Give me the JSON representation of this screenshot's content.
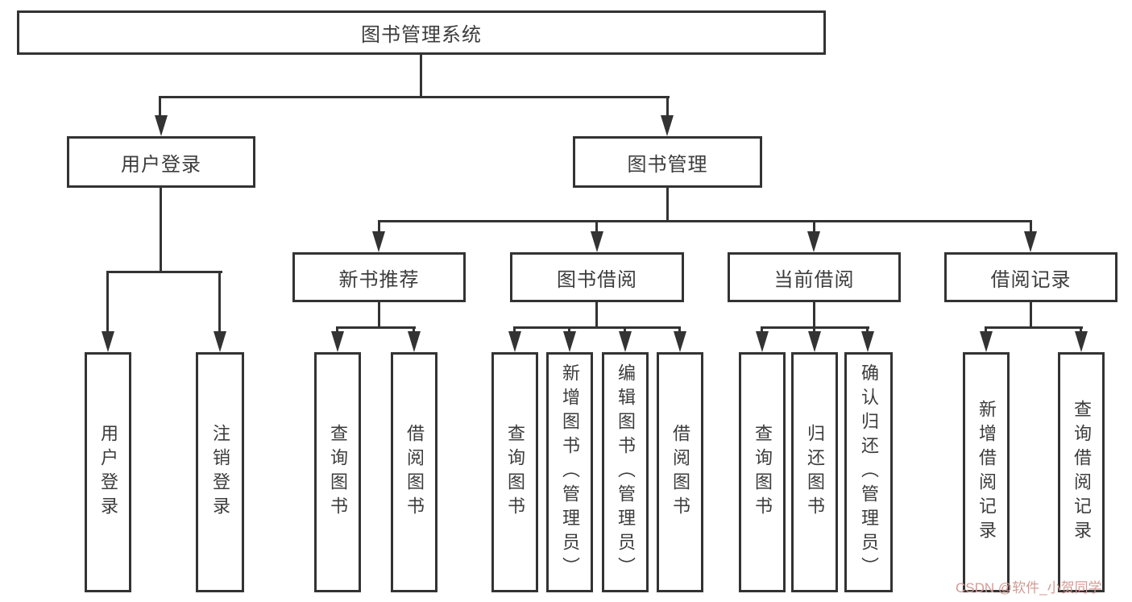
{
  "diagram": {
    "colors": {
      "line": "#333333",
      "box_background": "#ffffff",
      "text": "#3c3c3c",
      "watermark": "#d59a94",
      "background": "#ffffff"
    },
    "tree": {
      "label": "图书管理系统",
      "children": [
        {
          "label": "用户登录",
          "children": [
            {
              "label": "用户登录"
            },
            {
              "label": "注销登录"
            }
          ]
        },
        {
          "label": "图书管理",
          "children": [
            {
              "label": "新书推荐",
              "children": [
                {
                  "label": "查询图书"
                },
                {
                  "label": "借阅图书"
                }
              ]
            },
            {
              "label": "图书借阅",
              "children": [
                {
                  "label": "查询图书"
                },
                {
                  "label": "新增图书（管理员）"
                },
                {
                  "label": "编辑图书（管理员）"
                },
                {
                  "label": "借阅图书"
                }
              ]
            },
            {
              "label": "当前借阅",
              "children": [
                {
                  "label": "查询图书"
                },
                {
                  "label": "归还图书"
                },
                {
                  "label": "确认归还（管理员）"
                }
              ]
            },
            {
              "label": "借阅记录",
              "children": [
                {
                  "label": "新增借阅记录"
                },
                {
                  "label": "查询借阅记录"
                }
              ]
            }
          ]
        }
      ]
    }
  },
  "watermark": {
    "text": "CSDN @软件_小贺同学"
  }
}
